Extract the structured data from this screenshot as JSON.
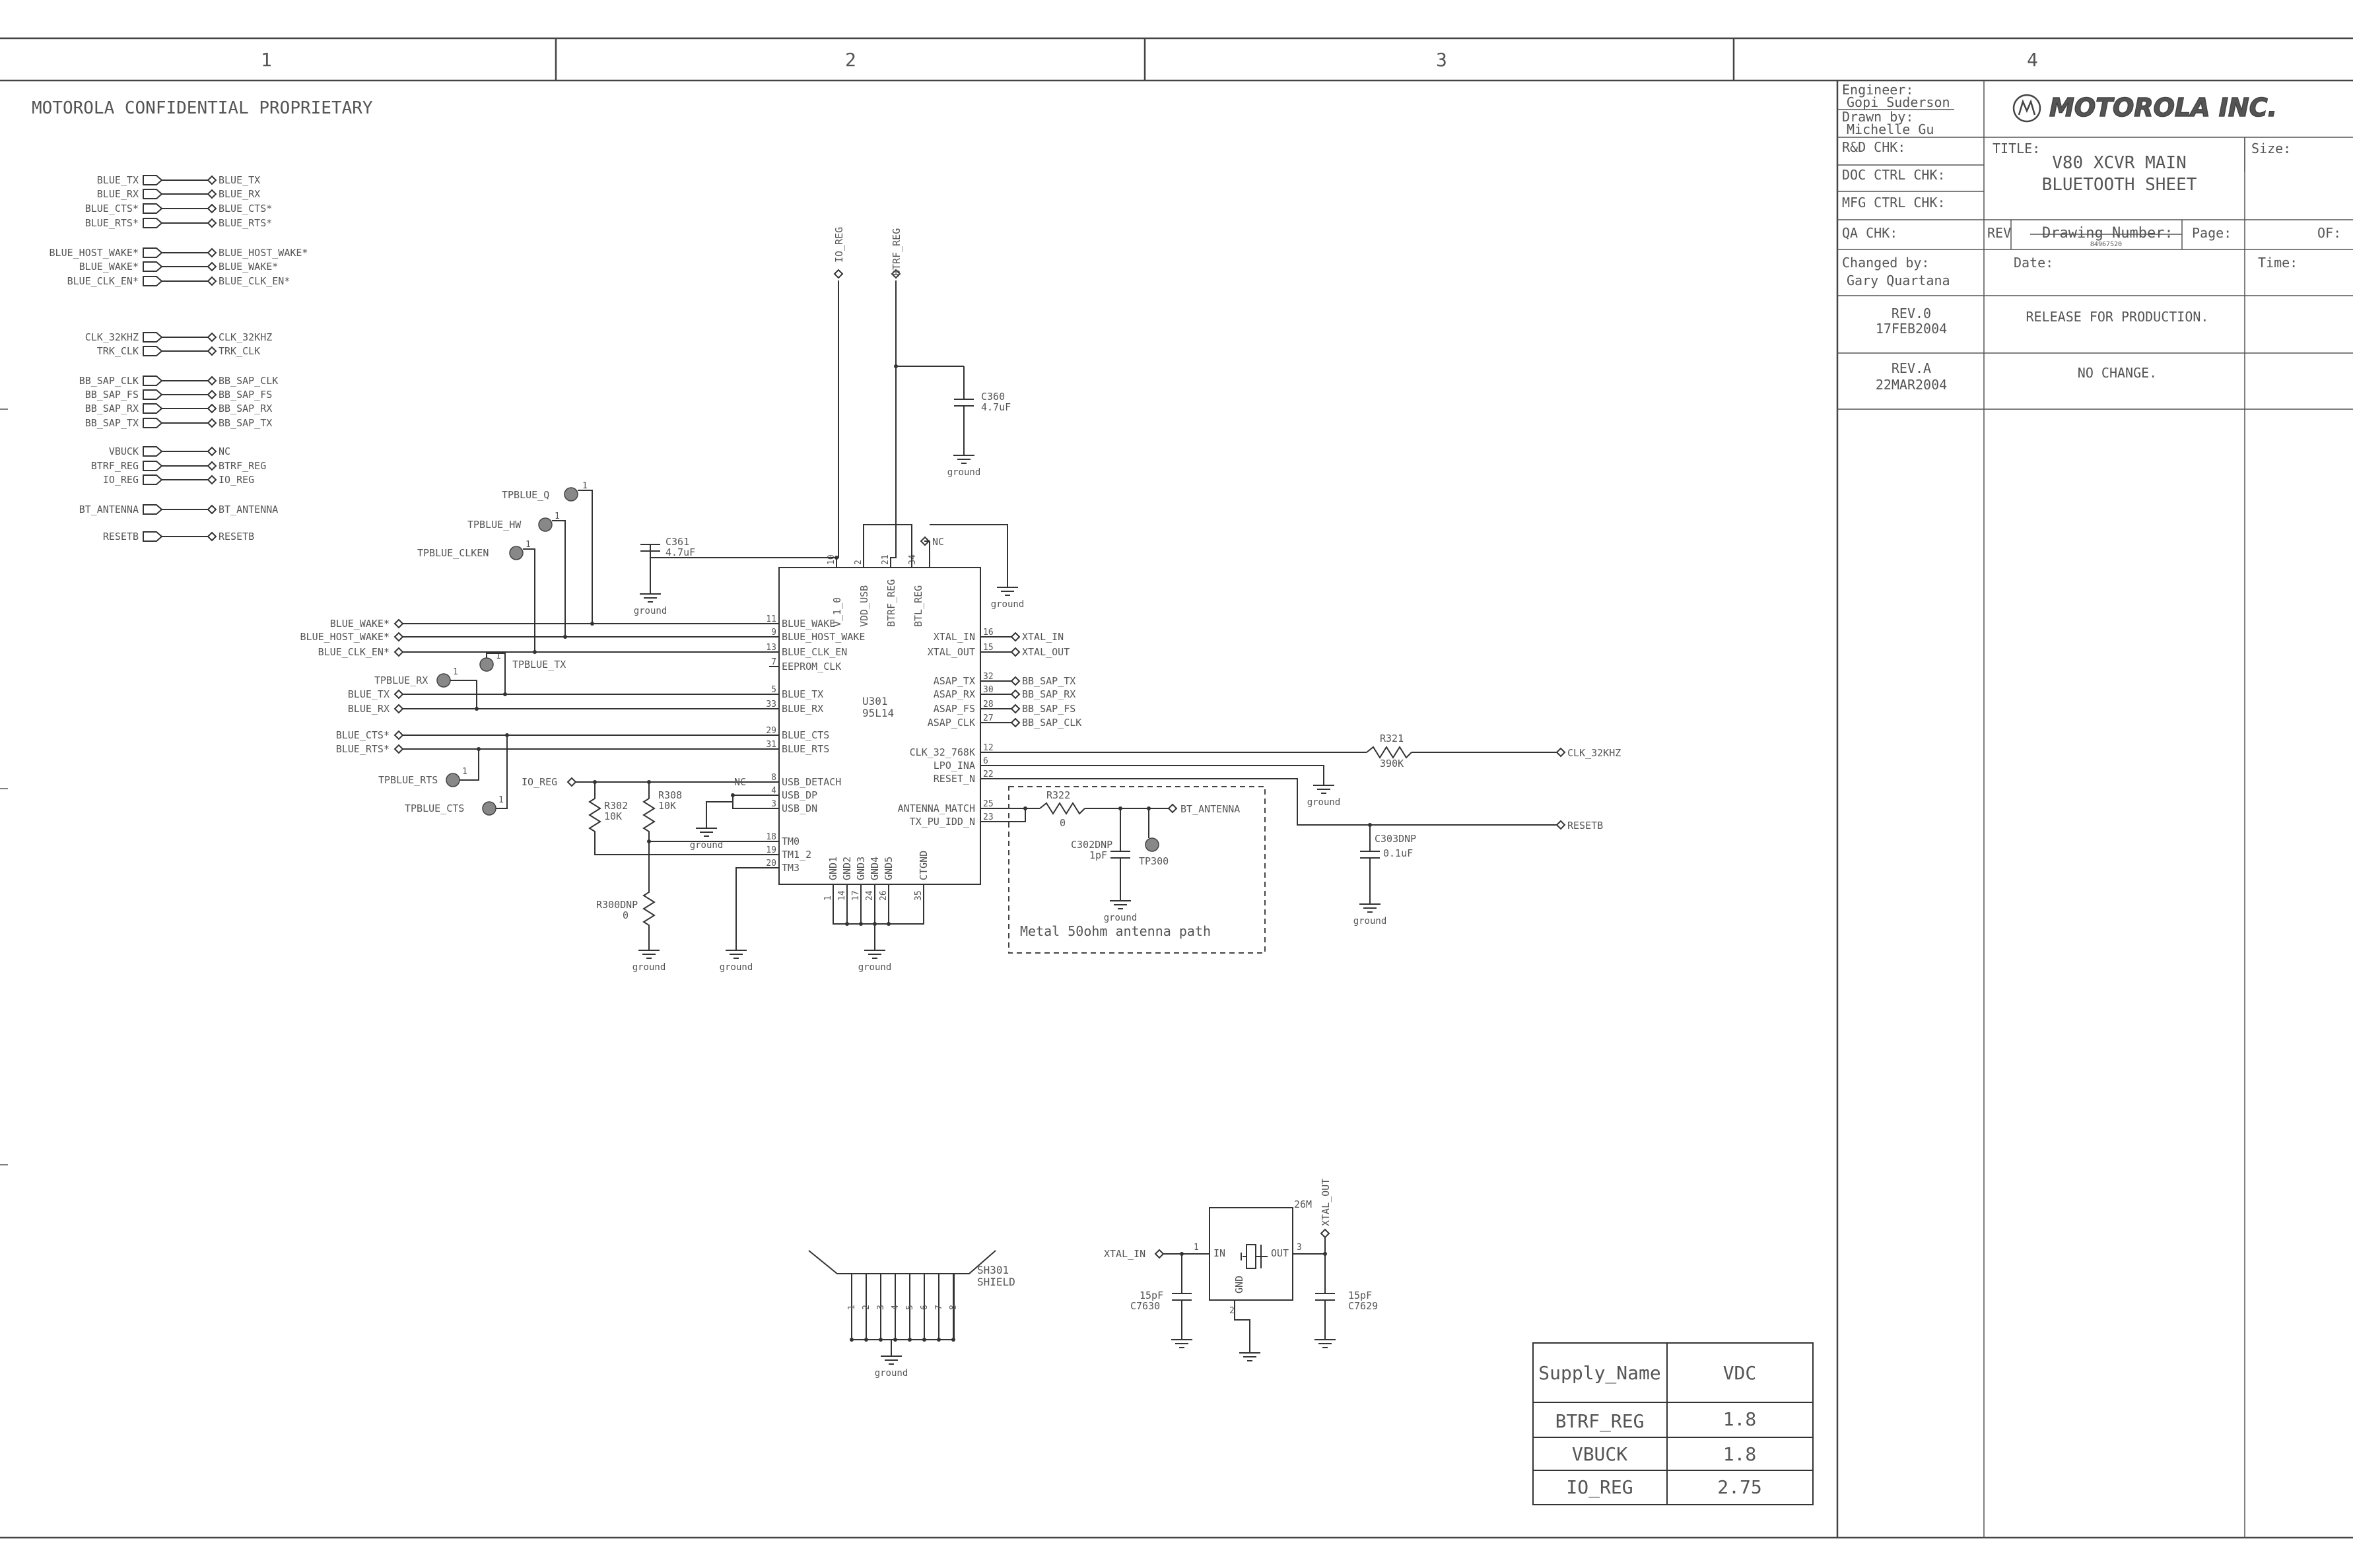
{
  "frame": {
    "zones": [
      "1",
      "2",
      "3",
      "4"
    ]
  },
  "header": {
    "confidential": "MOTOROLA CONFIDENTIAL PROPRIETARY"
  },
  "offpage": [
    {
      "left": "BLUE_TX",
      "right": "BLUE_TX"
    },
    {
      "left": "BLUE_RX",
      "right": "BLUE_RX"
    },
    {
      "left": "BLUE_CTS*",
      "right": "BLUE_CTS*"
    },
    {
      "left": "BLUE_RTS*",
      "right": "BLUE_RTS*"
    },
    {
      "left": "BLUE_HOST_WAKE*",
      "right": "BLUE_HOST_WAKE*"
    },
    {
      "left": "BLUE_WAKE*",
      "right": "BLUE_WAKE*"
    },
    {
      "left": "BLUE_CLK_EN*",
      "right": "BLUE_CLK_EN*"
    },
    {
      "left": "CLK_32KHZ",
      "right": "CLK_32KHZ"
    },
    {
      "left": "TRK_CLK",
      "right": "TRK_CLK"
    },
    {
      "left": "BB_SAP_CLK",
      "right": "BB_SAP_CLK"
    },
    {
      "left": "BB_SAP_FS",
      "right": "BB_SAP_FS"
    },
    {
      "left": "BB_SAP_RX",
      "right": "BB_SAP_RX"
    },
    {
      "left": "BB_SAP_TX",
      "right": "BB_SAP_TX"
    },
    {
      "left": "VBUCK",
      "right": "NC"
    },
    {
      "left": "BTRF_REG",
      "right": "BTRF_REG"
    },
    {
      "left": "IO_REG",
      "right": "IO_REG"
    },
    {
      "left": "BT_ANTENNA",
      "right": "BT_ANTENNA"
    },
    {
      "left": "RESETB",
      "right": "RESETB"
    }
  ],
  "testpoints": {
    "q": "TPBLUE_Q",
    "hw": "TPBLUE_HW",
    "clken": "TPBLUE_CLKEN",
    "tx": "TPBLUE_TX",
    "rx": "TPBLUE_RX",
    "rts": "TPBLUE_RTS",
    "cts": "TPBLUE_CTS",
    "one": "1"
  },
  "chip": {
    "ref": "U301",
    "part": "95L14",
    "top_pins": [
      {
        "num": "10",
        "name": "V_1_0"
      },
      {
        "num": "2",
        "name": "VDD_USB"
      },
      {
        "num": "21",
        "name": "BTRF_REG"
      },
      {
        "num": "34",
        "name": "BTL_REG"
      }
    ],
    "left_pins": [
      {
        "num": "11",
        "name": "BLUE_WAKE"
      },
      {
        "num": "9",
        "name": "BLUE_HOST_WAKE"
      },
      {
        "num": "13",
        "name": "BLUE_CLK_EN"
      },
      {
        "num": "7",
        "name": "EEPROM_CLK"
      },
      {
        "num": "5",
        "name": "BLUE_TX"
      },
      {
        "num": "33",
        "name": "BLUE_RX"
      },
      {
        "num": "29",
        "name": "BLUE_CTS"
      },
      {
        "num": "31",
        "name": "BLUE_RTS"
      },
      {
        "num": "8",
        "name": "USB_DETACH"
      },
      {
        "num": "4",
        "name": "USB_DP"
      },
      {
        "num": "3",
        "name": "USB_DN"
      },
      {
        "num": "18",
        "name": "TM0"
      },
      {
        "num": "19",
        "name": "TM1_2"
      },
      {
        "num": "20",
        "name": "TM3"
      }
    ],
    "right_pins": [
      {
        "num": "16",
        "name": "XTAL_IN"
      },
      {
        "num": "15",
        "name": "XTAL_OUT"
      },
      {
        "num": "32",
        "name": "ASAP_TX"
      },
      {
        "num": "30",
        "name": "ASAP_RX"
      },
      {
        "num": "28",
        "name": "ASAP_FS"
      },
      {
        "num": "27",
        "name": "ASAP_CLK"
      },
      {
        "num": "12",
        "name": "CLK_32_768K"
      },
      {
        "num": "6",
        "name": "LPO_INA"
      },
      {
        "num": "22",
        "name": "RESET_N"
      },
      {
        "num": "25",
        "name": "ANTENNA_MATCH"
      },
      {
        "num": "23",
        "name": "TX_PU_IDD_N"
      }
    ],
    "bottom_pins": [
      {
        "num": "1",
        "name": "GND1"
      },
      {
        "num": "14",
        "name": "GND2"
      },
      {
        "num": "17",
        "name": "GND3"
      },
      {
        "num": "24",
        "name": "GND4"
      },
      {
        "num": "26",
        "name": "GND5"
      },
      {
        "num": "35",
        "name": "CTGND"
      }
    ]
  },
  "chip_nets": {
    "left": [
      "BLUE_WAKE*",
      "BLUE_HOST_WAKE*",
      "BLUE_CLK_EN*",
      "BLUE_TX",
      "BLUE_RX",
      "BLUE_CTS*",
      "BLUE_RTS*"
    ],
    "right": [
      "XTAL_IN",
      "XTAL_OUT",
      "BB_SAP_TX",
      "BB_SAP_RX",
      "BB_SAP_FS",
      "BB_SAP_CLK"
    ],
    "top_io": "IO_REG",
    "top_btrf": "BTRF_REG",
    "nc": "NC",
    "io_reg_left": "IO_REG",
    "bt_antenna": "BT_ANTENNA",
    "clk32": "CLK_32KHZ",
    "resetb": "RESETB"
  },
  "components": {
    "c360": {
      "ref": "C360",
      "val": "4.7uF"
    },
    "c361": {
      "ref": "C361",
      "val": "4.7uF"
    },
    "r302": {
      "ref": "R302",
      "val": "10K"
    },
    "r308": {
      "ref": "R308",
      "val": "10K"
    },
    "r300": {
      "ref": "R300DNP",
      "val": "0"
    },
    "r321": {
      "ref": "R321",
      "val": "390K"
    },
    "r322": {
      "ref": "R322",
      "val": "0"
    },
    "c302": {
      "ref": "C302DNP",
      "val": "1pF"
    },
    "tp300": {
      "ref": "TP300"
    },
    "c303": {
      "ref": "C303DNP",
      "val": "0.1uF"
    },
    "antenna_box": "Metal 50ohm antenna path",
    "shield": {
      "ref": "SH301",
      "name": "SHIELD"
    },
    "crystal": {
      "freq": "26M",
      "in": "IN",
      "out": "OUT",
      "gnd": "GND",
      "net_in": "XTAL_IN",
      "net_out": "XTAL_OUT",
      "c_left": {
        "val": "15pF",
        "ref": "C7630"
      },
      "c_right": {
        "val": "15pF",
        "ref": "C7629"
      }
    },
    "ground": "ground"
  },
  "title_block": {
    "engineer_lbl": "Engineer:",
    "engineer": "Gopi Suderson",
    "drawn_lbl": "Drawn by:",
    "drawn": "Michelle Gu",
    "rd": "R&D CHK:",
    "doc": "DOC CTRL CHK:",
    "mfg": "MFG CTRL CHK:",
    "qa": "QA CHK:",
    "changed_lbl": "Changed by:",
    "changed": "Gary Quartana",
    "company": "MOTOROLA INC.",
    "title_lbl": "TITLE:",
    "title1": "V80 XCVR MAIN",
    "title2": "BLUETOOTH SHEET",
    "size_lbl": "Size:",
    "rev_lbl": "REV",
    "drawing_lbl": "Drawing Number:",
    "drawing_num": "84967520",
    "page_lbl": "Page:",
    "of_lbl": "OF:",
    "date_lbl": "Date:",
    "time_lbl": "Time:",
    "revs": [
      {
        "rev": "REV.0",
        "date": "17FEB2004",
        "desc": "RELEASE FOR PRODUCTION."
      },
      {
        "rev": "REV.A",
        "date": "22MAR2004",
        "desc": "NO CHANGE."
      }
    ]
  },
  "supply_table": {
    "headers": [
      "Supply_Name",
      "VDC"
    ],
    "rows": [
      [
        "BTRF_REG",
        "1.8"
      ],
      [
        "VBUCK",
        "1.8"
      ],
      [
        "IO_REG",
        "2.75"
      ]
    ]
  }
}
